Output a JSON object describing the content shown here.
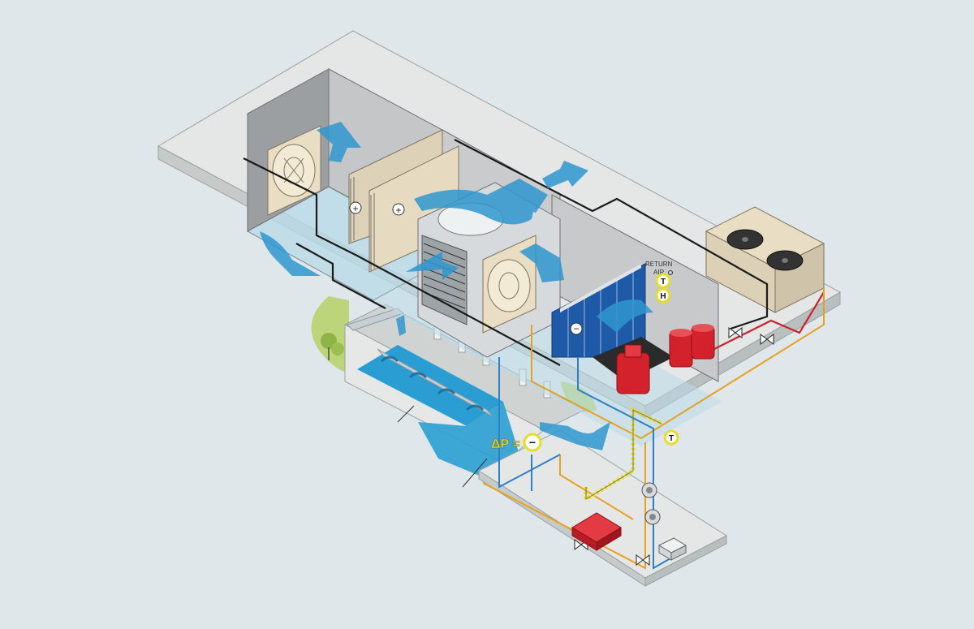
{
  "labels": {
    "return_air": [
      "RETURN",
      "AIR"
    ],
    "delta_p": "ΔP =",
    "sensor_temperature": "T",
    "sensor_humidity": "H",
    "coil_heating_symbol": "+",
    "coil_cooling_symbol": "−",
    "minus_symbol": "−"
  },
  "colors": {
    "background": "#dfe7ea",
    "slab": "#e4e7e6",
    "slab_edge": "#c6cbca",
    "wall": "#c8cacb",
    "air": "#2f97cf",
    "pool": "#2a9ed2",
    "fan_housing": "#e9dec4",
    "equipment_red": "#d4222d",
    "pipe_yellow": "#e8a020",
    "pipe_blue": "#2e7fc4",
    "pipe_red": "#c8242c",
    "pipe_black": "#1a1a1a",
    "sensor_ring": "#e6dc2a",
    "cooling_coil": "#1e5aa8",
    "greenery": "#bcd47a"
  },
  "icons": [
    "fan-icon",
    "coil-icon",
    "pump-icon",
    "valve-icon",
    "condenser-fan-icon",
    "temperature-sensor-icon",
    "humidity-sensor-icon",
    "pressure-sensor-icon",
    "airflow-arrow-icon",
    "tree-icon"
  ]
}
